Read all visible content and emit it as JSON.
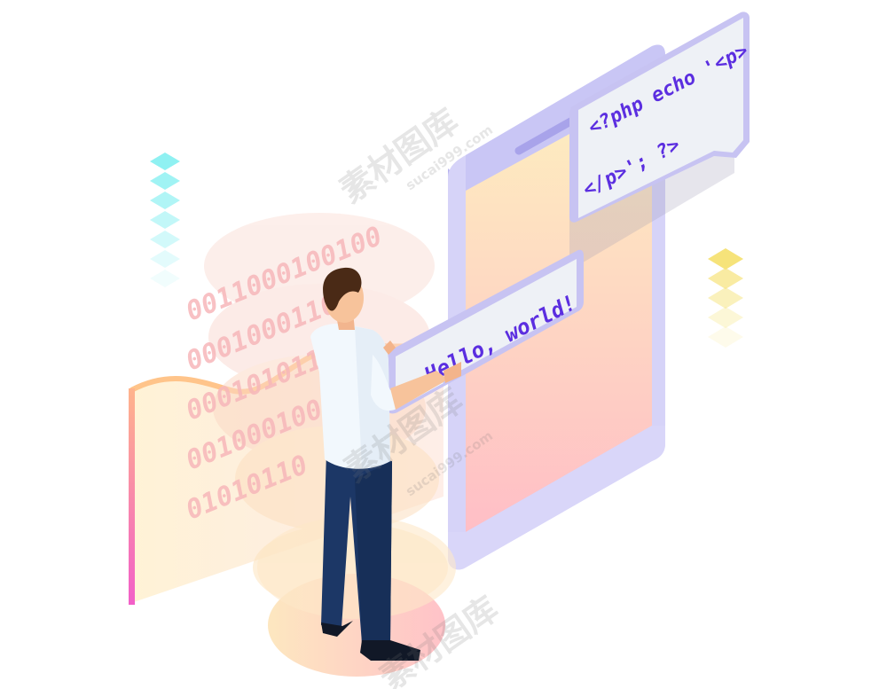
{
  "code_bubble": {
    "line1": "<?php echo '<p>",
    "line2": "</p>'; ?>"
  },
  "hello_bubble": {
    "text": "Hello, world!"
  },
  "binary_lines": [
    "0011000100100",
    "00010001100",
    "0001010110",
    "001000100",
    "01010110"
  ],
  "watermark": {
    "cn": "素材图库",
    "site": "sucai999.com"
  },
  "colors": {
    "phone_frame": "#c9c6f5",
    "phone_screen_top": "#fde8b7",
    "phone_screen_bottom": "#ffc2c8",
    "bubble_bg": "#eef1f6",
    "code_color": "#5b2ee0",
    "diamond_cyan": "#8ff1f2",
    "diamond_yellow": "#f9e78a"
  }
}
